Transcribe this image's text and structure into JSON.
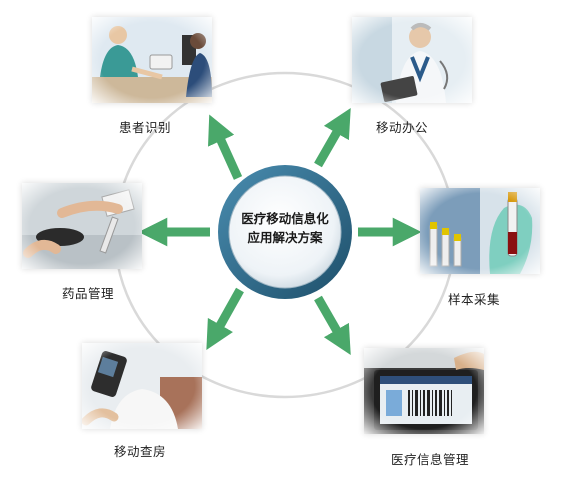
{
  "hub": {
    "title_line1": "医疗移动信息化",
    "title_line2": "应用解决方案"
  },
  "nodes": {
    "patient_id": {
      "label": "患者识别"
    },
    "mobile_office": {
      "label": "移动办公"
    },
    "drug_management": {
      "label": "药品管理"
    },
    "sample_collection": {
      "label": "样本采集"
    },
    "mobile_rounds": {
      "label": "移动查房"
    },
    "medical_info_management": {
      "label": "医疗信息管理"
    }
  },
  "colors": {
    "arrow": "#4aa86a",
    "hub_ring": "#2f6f8f",
    "hub_inner": "#eef3f7",
    "orbit": "#d6d6d6"
  }
}
